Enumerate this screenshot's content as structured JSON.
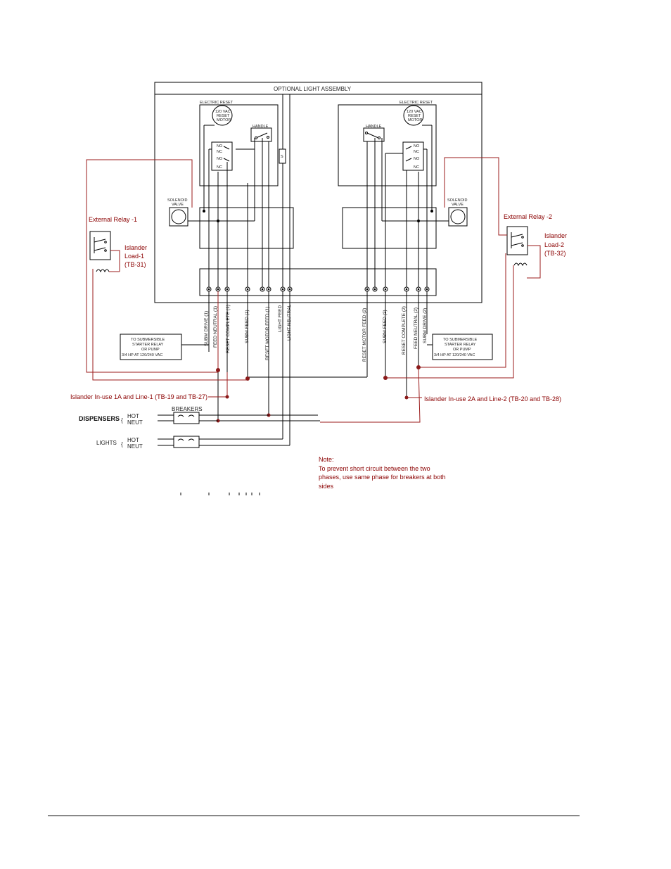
{
  "assembly": {
    "title": "OPTIONAL LIGHT ASSEMBLY",
    "left_unit": {
      "electric_reset": "ELECTRIC RESET",
      "motor": [
        "120 VAC",
        "RESET",
        "MOTOR"
      ],
      "handle": "HANDLE",
      "contacts": [
        "NO",
        "NC",
        "NO",
        "NC"
      ],
      "solenoid": [
        "SOLENOID",
        "VALVE"
      ]
    },
    "right_unit": {
      "electric_reset": "ELECTRIC RESET",
      "motor": [
        "120 VAC",
        "RESET",
        "MOTOR"
      ],
      "handle": "HANDLE",
      "contacts": [
        "NO",
        "NC",
        "NO",
        "NC"
      ],
      "solenoid": [
        "SOLENOID",
        "VALVE"
      ]
    },
    "light_switch": "S"
  },
  "terminal_labels_left": [
    "SUBM DRIVE (1)",
    "FEED NEUTRAL (1)",
    "RESET COMPLETE (1)",
    "SUBM FEED (1)",
    "RESET MOTOR FEED (1)",
    "LIGHT FEED",
    "LIGHT NEUTRAL"
  ],
  "terminal_labels_right": [
    "RESET MOTOR FEED (2)",
    "SUBM FEED (2)",
    "RESET COMPLETE (2)",
    "FEED NEUTRAL (2)",
    "SUBM DRIVE (2)"
  ],
  "starter_left": [
    "TO SUBMERSIBLE",
    "STARTER RELAY",
    "OR PUMP",
    "3/4 HP AT 120/240 VAC"
  ],
  "starter_right": [
    "TO SUBMERSIBLE",
    "STARTER RELAY",
    "OR PUMP",
    "3/4 HP AT 120/240 VAC"
  ],
  "relay_left": {
    "title": "External Relay -1",
    "load": [
      "Islander",
      "Load-1",
      "(TB-31)"
    ]
  },
  "relay_right": {
    "title": "External Relay -2",
    "load": [
      "Islander",
      "Load-2",
      "(TB-32)"
    ]
  },
  "in_use_left": "Islander In-use 1A and Line-1 (TB-19 and TB-27)",
  "in_use_right": "Islander In-use 2A and Line-2 (TB-20 and TB-28)",
  "power": {
    "breakers": "BREAKERS",
    "dispensers": "DISPENSERS",
    "lights": "LIGHTS",
    "hot": "HOT",
    "neut": "NEUT"
  },
  "note": {
    "heading": "Note:",
    "lines": [
      "To prevent short circuit between the two",
      "phases, use same phase for breakers at both",
      "sides"
    ]
  },
  "colors": {
    "wire": "#000000",
    "relay_wire": "#9b1b1b",
    "annotation": "#8b0000"
  }
}
